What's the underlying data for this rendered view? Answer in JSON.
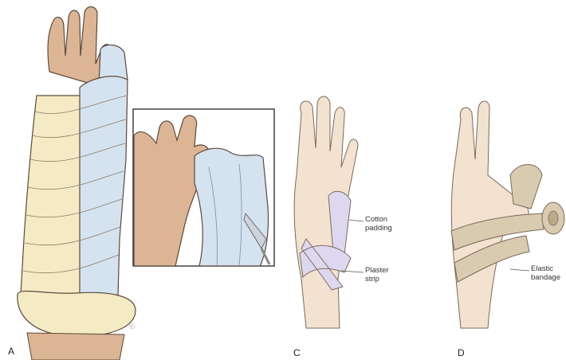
{
  "colors": {
    "skin": "#dcb594",
    "skin_shadow": "#c79b74",
    "skin_light": "#f2e2cf",
    "padding_cream": "#f4ebc4",
    "plaster_blue": "#d5e2f0",
    "plaster_lavender": "#ddd8ef",
    "elastic_bandage": "#d9cbb0",
    "outline": "#5a4a3c",
    "inset_border": "#333333"
  },
  "panels": {
    "a": {
      "letter": "A"
    },
    "c": {
      "letter": "C",
      "labels": {
        "cotton_padding": [
          "Cotton",
          "padding"
        ],
        "plaster_strip": [
          "Plaster",
          "strip"
        ]
      }
    },
    "d": {
      "letter": "D",
      "labels": {
        "elastic_bandage": [
          "Elastic",
          "bandage"
        ]
      }
    }
  },
  "artist_mark": "ⓒ"
}
